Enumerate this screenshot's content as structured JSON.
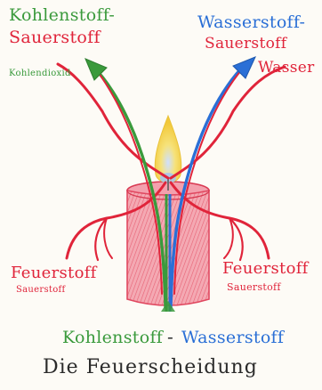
{
  "labels": {
    "top_left_line1": "Kohlenstoff-",
    "top_left_line2": "Sauerstoff",
    "top_left_sub": "Kohlendioxid",
    "top_right_line1": "Wasserstoff-",
    "top_right_line2": "Sauerstoff",
    "top_right_sub": "Wasser",
    "bottom_left_main": "Feuerstoff",
    "bottom_left_sub": "Sauerstoff",
    "bottom_right_main": "Feuerstoff",
    "bottom_right_sub": "Sauerstoff",
    "bottom_carbon": "Kohlenstoff",
    "bottom_dash": "-",
    "bottom_hydrogen": "Wasserstoff",
    "caption": "Die Feuerscheidung"
  },
  "colors": {
    "carbon": "#3a9a3c",
    "hydrogen": "#2a6fd6",
    "fire": "#e0243a",
    "candle": "#e8505e",
    "flame_yellow": "#f3d34a",
    "caption": "#2b2b2b"
  }
}
